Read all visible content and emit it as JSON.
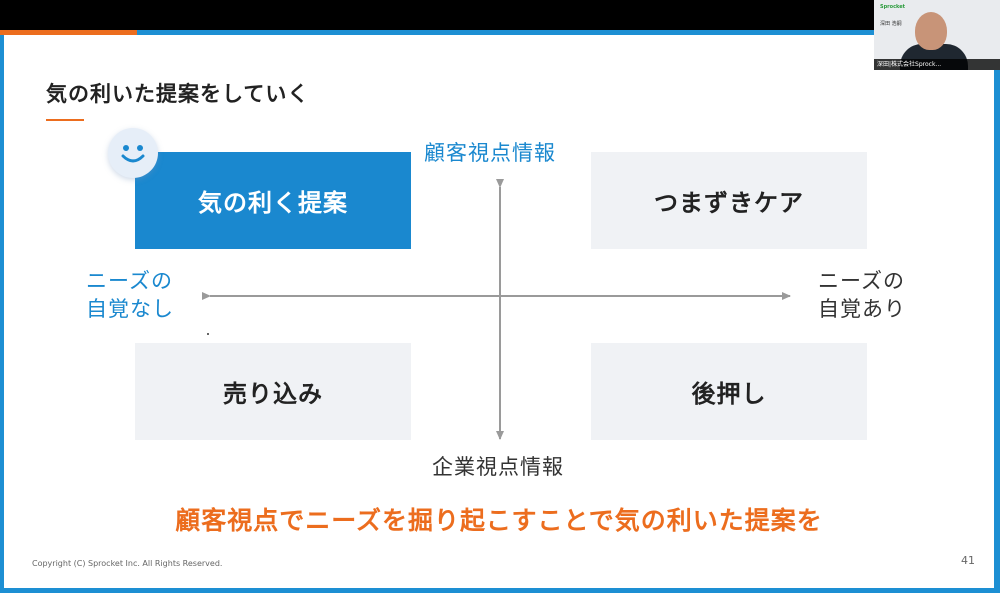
{
  "slide": {
    "title": "気の利いた提案をしていく",
    "quadrants": {
      "top_left": "気の利く提案",
      "top_right": "つまずきケア",
      "bottom_left": "売り込み",
      "bottom_right": "後押し"
    },
    "axis": {
      "top": "顧客視点情報",
      "bottom": "企業視点情報",
      "left_line1": "ニーズの",
      "left_line2": "自覚なし",
      "right_line1": "ニーズの",
      "right_line2": "自覚あり"
    },
    "conclusion": "顧客視点でニーズを掘り起こすことで気の利いた提案を",
    "copyright": "Copyright (C) Sprocket Inc. All Rights Reserved.",
    "page_number": "41"
  },
  "webcam": {
    "caption": "深田|株式会社Sprock...",
    "logo": "Sprocket",
    "name": "深田 浩嗣"
  },
  "colors": {
    "accent_blue": "#1a88cf",
    "accent_orange": "#ec6d1e",
    "panel_gray": "#f0f2f5"
  }
}
